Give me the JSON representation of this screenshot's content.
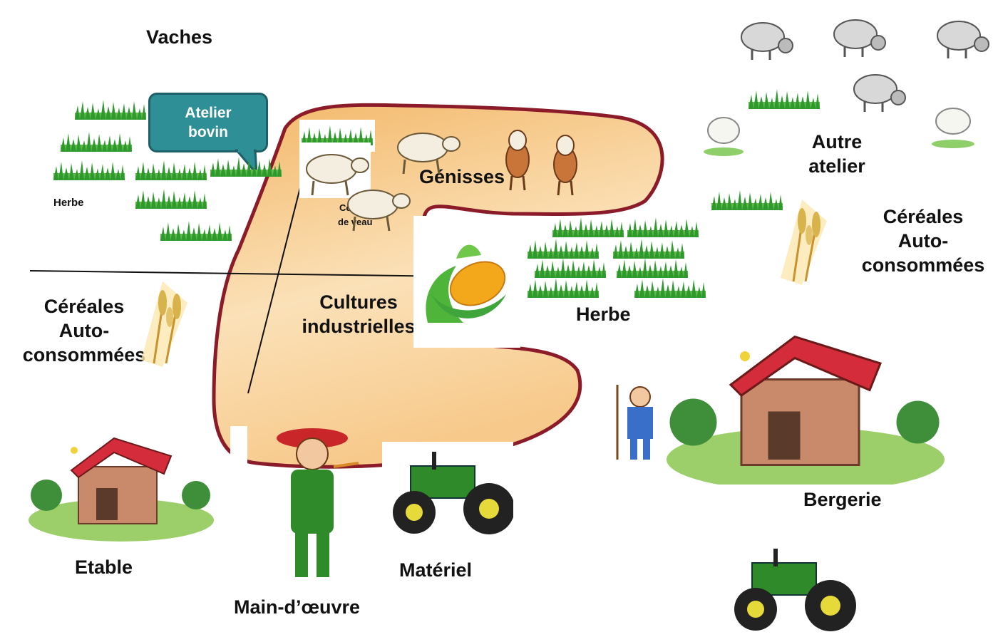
{
  "labels": {
    "vaches": "Vaches",
    "herbe_left": "Herbe",
    "genisses": "Génisses",
    "cv_line1": "Ce",
    "cv_line2": "de veau",
    "cultures_1": "Cultures",
    "cultures_2": "industrielles",
    "herbe_mid": "Herbe",
    "cereales_left_1": "Céréales",
    "cereales_left_2": "Auto-",
    "cereales_left_3": "consommées",
    "autre_1": "Autre",
    "autre_2": "atelier",
    "cereales_right_1": "Céréales",
    "cereales_right_2": "Auto-",
    "cereales_right_3": "consommées",
    "etable": "Etable",
    "main_oeuvre": "Main-d’œuvre",
    "materiel": "Matériel",
    "bergerie": "Bergerie"
  },
  "callout": {
    "line1": "Atelier",
    "line2": "bovin"
  },
  "colors": {
    "zone_fill": "#f6c77f",
    "zone_border": "#8c1b2a",
    "callout_fill": "#2f8f96",
    "grass": "#2e9a2e",
    "barn_roof": "#d42c3a",
    "tractor": "#2f8a2a",
    "wheat": "#d8b24a"
  }
}
